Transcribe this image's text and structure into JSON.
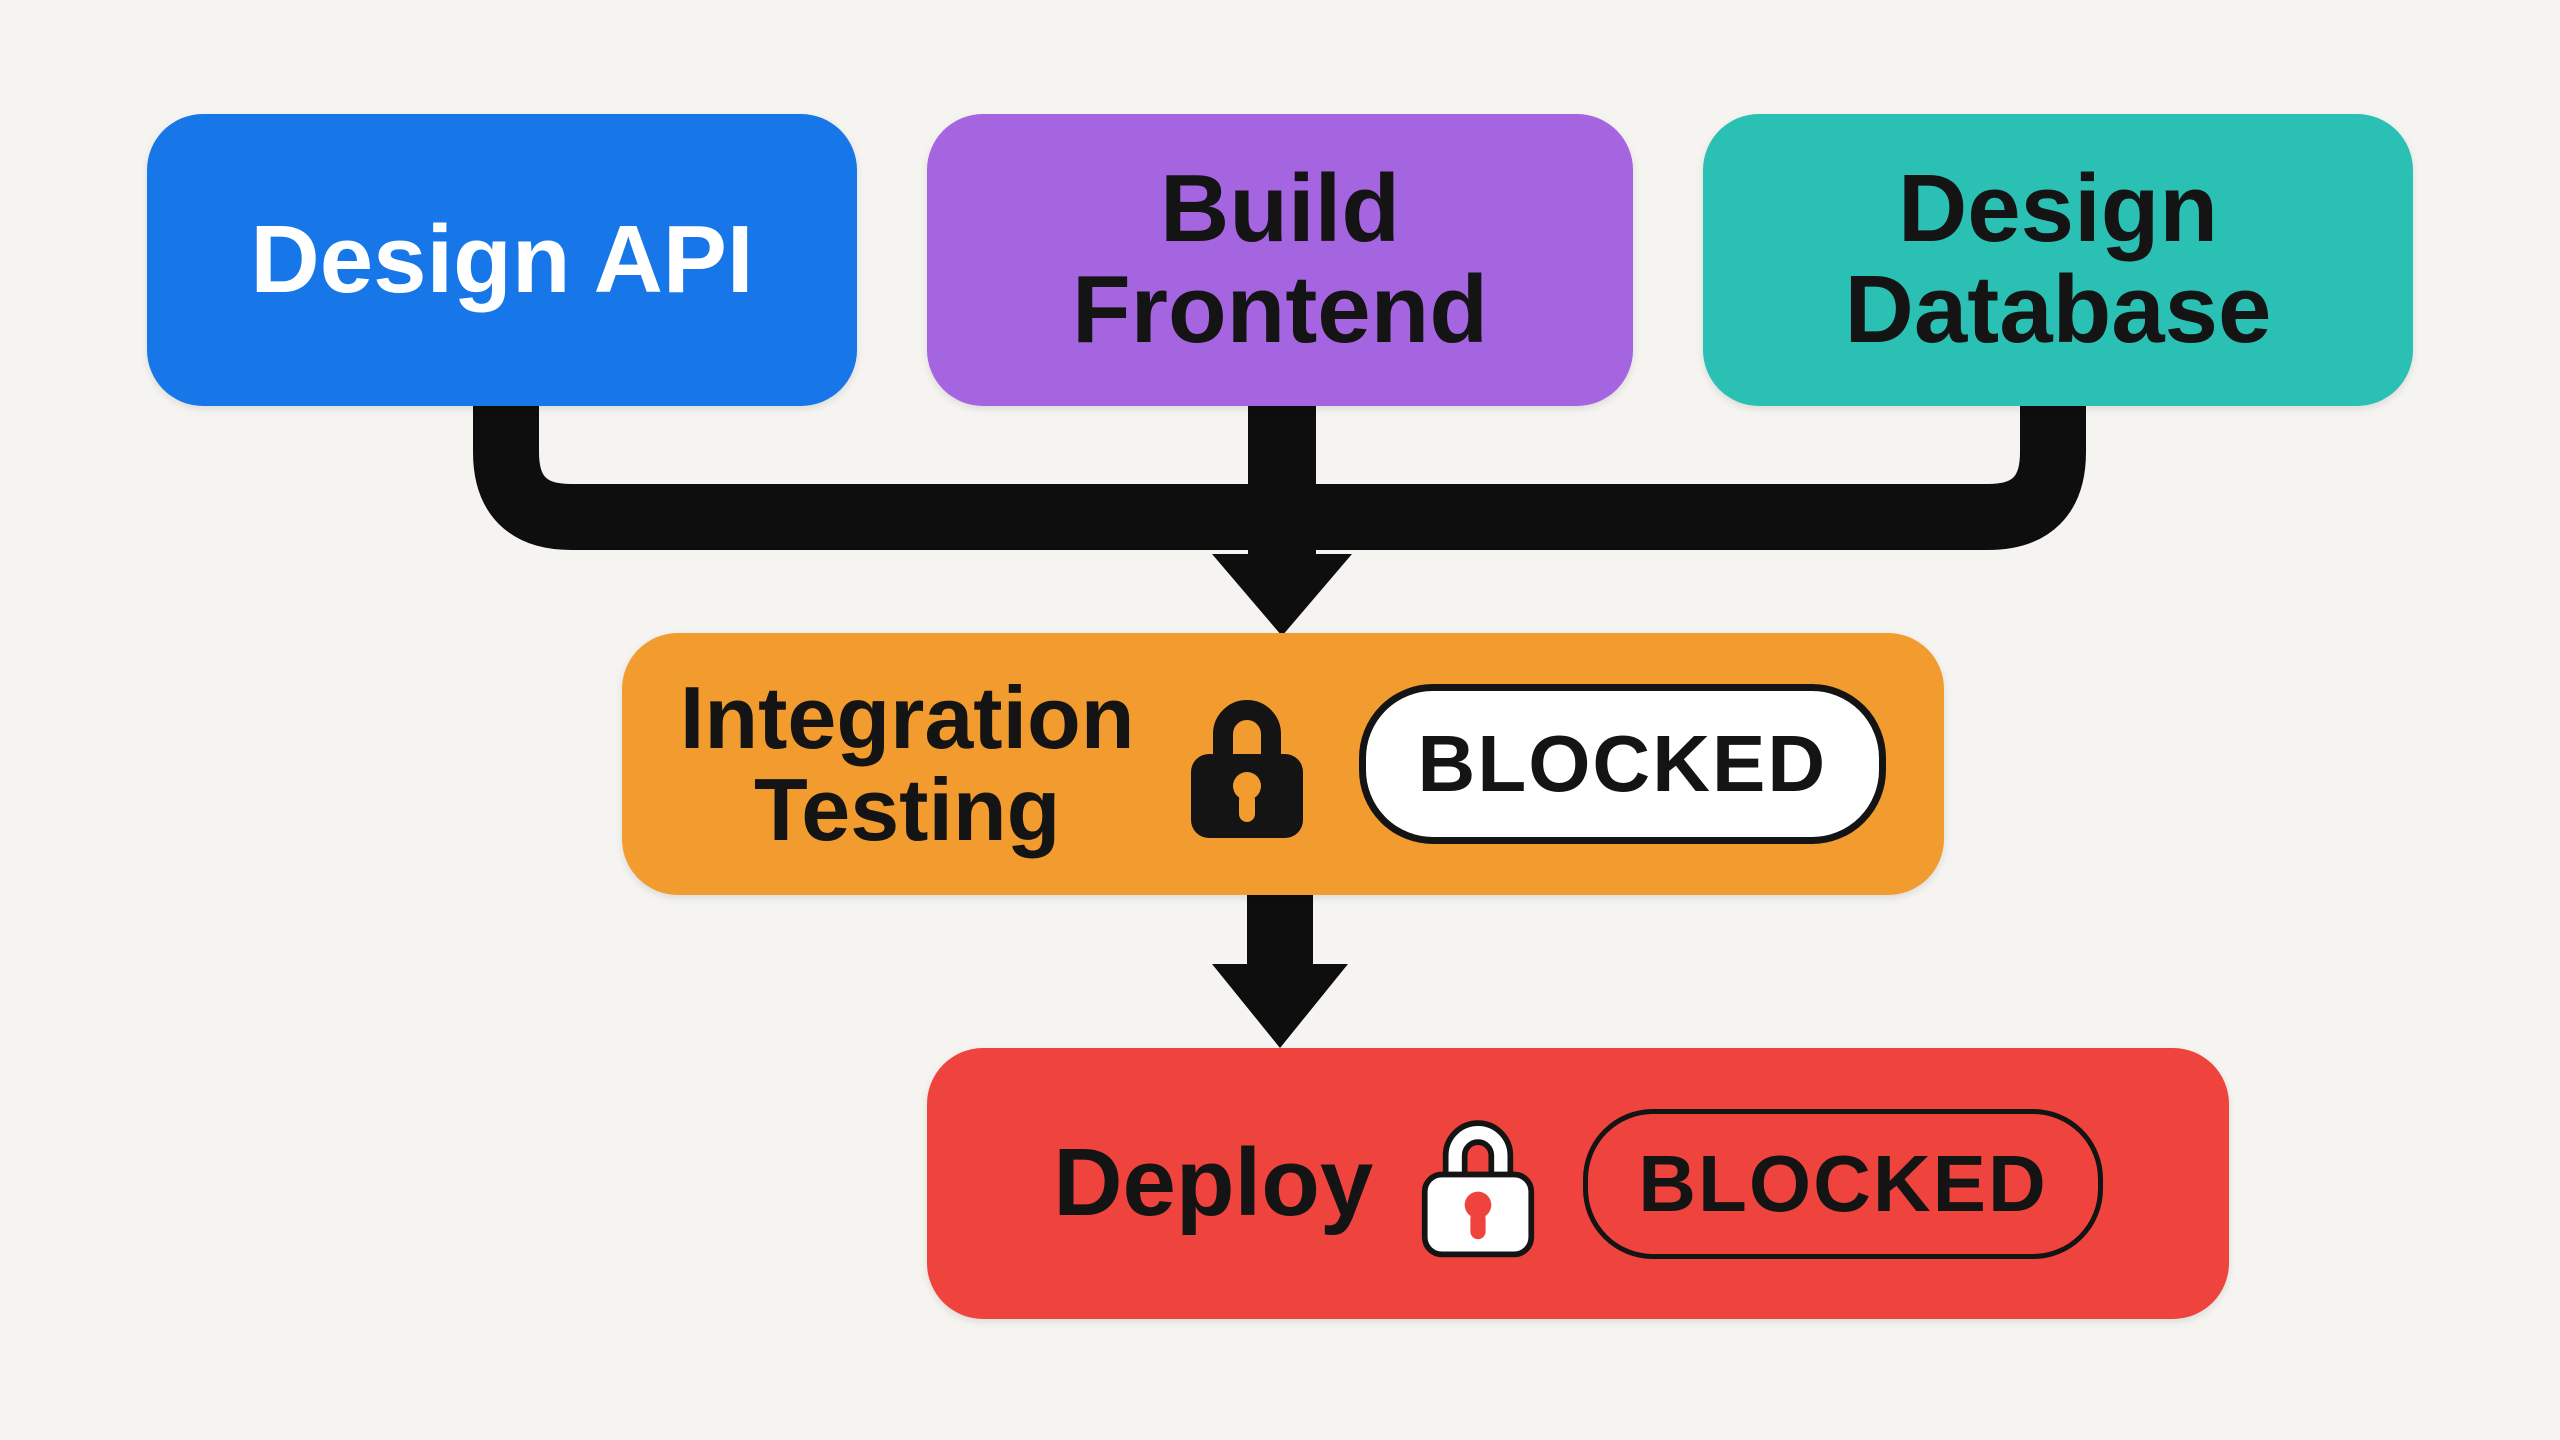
{
  "diagram": {
    "background_color": "#f5f4f1",
    "connector_color": "#0e0e0e",
    "tasks": {
      "design_api": {
        "label": "Design API",
        "color": "#1877e8",
        "text_color": "#ffffff"
      },
      "build_frontend": {
        "line1": "Build",
        "line2": "Frontend",
        "color": "#a564e0",
        "text_color": "#141414"
      },
      "design_database": {
        "line1": "Design",
        "line2": "Database",
        "color": "#2bc0b4",
        "text_color": "#141414"
      },
      "integration_testing": {
        "line1": "Integration",
        "line2": "Testing",
        "color": "#f29b2e",
        "text_color": "#141414",
        "status": "BLOCKED",
        "lock_icon": "lock-icon",
        "lock_color": "#141414",
        "badge_style": "white-filled-black-border"
      },
      "deploy": {
        "label": "Deploy",
        "color": "#ef443e",
        "text_color": "#141414",
        "status": "BLOCKED",
        "lock_icon": "lock-icon",
        "lock_color": "#ffffff",
        "badge_style": "outlined-transparent"
      }
    },
    "edges": [
      {
        "from": "design_api",
        "to": "integration_testing"
      },
      {
        "from": "build_frontend",
        "to": "integration_testing"
      },
      {
        "from": "design_database",
        "to": "integration_testing"
      },
      {
        "from": "integration_testing",
        "to": "deploy"
      }
    ]
  }
}
